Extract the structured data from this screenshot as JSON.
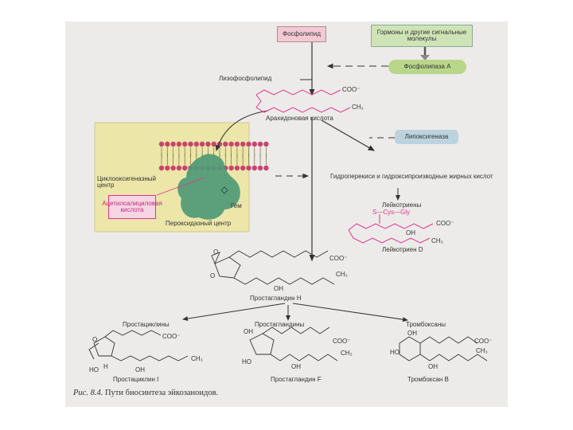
{
  "boxes": {
    "phospholipid": "Фосфолипид",
    "hormones": "Гормоны и другие сигнальные молекулы",
    "phospholipase": "Фосфолипаза А",
    "lipoxygenase": "Липоксигеназа",
    "cyclo_center": "Циклооксигеназный центр",
    "aspirin": "Ацетилсалициловая кислота"
  },
  "labels": {
    "lysophospholipid": "Лизофосфолипид",
    "arachidonic": "Арахидоновая кислота",
    "hydroperoxides": "Гидроперекиси и гидроксипроизводные жирных кислот",
    "leukotrienes": "Лейкотриены",
    "leukotriene_d": "Лейкотриен D",
    "heme": "Гем",
    "peroxidase": "Пероксидазный центр",
    "pgh": "Простагландин Н",
    "prostacyclins": "Простациклины",
    "prostaglandins": "Простагландины",
    "thromboxanes": "Тромбоксаны",
    "prostacyclin_i": "Простациклин I",
    "prostaglandin_f": "Простагландин F",
    "thromboxane_b": "Тромбоксан В"
  },
  "chem": {
    "coo": "COO⁻",
    "ch3": "CH₃",
    "oh": "OH",
    "ho": "HO",
    "h": "H",
    "o": "O",
    "s_cys_gly": "S—Cys—Gly"
  },
  "caption": {
    "fig": "Рис. 8.4.",
    "text": "Пути биосинтеза эйкозаноидов."
  },
  "colors": {
    "background": "#ecebe9",
    "phospholipid_box": "#f2c9d4",
    "hormones_box": "#cfe4b6",
    "phospholipase_box": "#b9d78a",
    "lipoxygenase_box": "#bcd3df",
    "membrane_panel": "#ece6a9",
    "lipid_heads": "#c8446d",
    "enzyme": "#4f9a77",
    "aspirin_box": "#f6d6e4",
    "pink": "#e0358e"
  }
}
